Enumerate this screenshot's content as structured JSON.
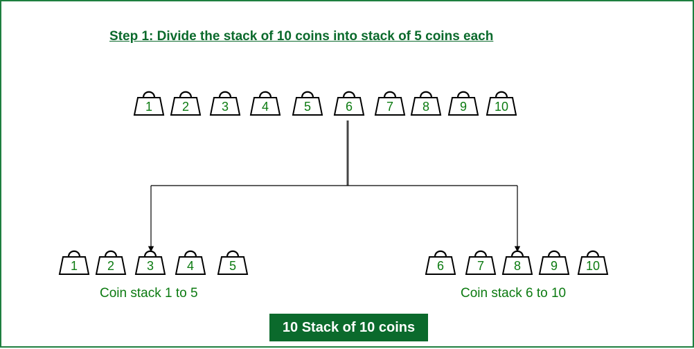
{
  "title": "Step 1: Divide the stack of 10 coins into stack of 5 coins each",
  "top_row": [
    "1",
    "2",
    "3",
    "4",
    "5",
    "6",
    "7",
    "8",
    "9",
    "10"
  ],
  "left_group": {
    "weights": [
      "1",
      "2",
      "3",
      "4",
      "5"
    ],
    "label": "Coin stack 1 to 5"
  },
  "right_group": {
    "weights": [
      "6",
      "7",
      "8",
      "9",
      "10"
    ],
    "label": "Coin stack 6 to 10"
  },
  "footer": "10 Stack of 10 coins",
  "colors": {
    "border": "#1e7f3f",
    "title": "#0b6a2c",
    "text": "#0b7a10",
    "footer_bg": "#0b6a2c",
    "footer_text": "#ffffff",
    "lines": "#000000"
  },
  "icon": "weight-icon"
}
